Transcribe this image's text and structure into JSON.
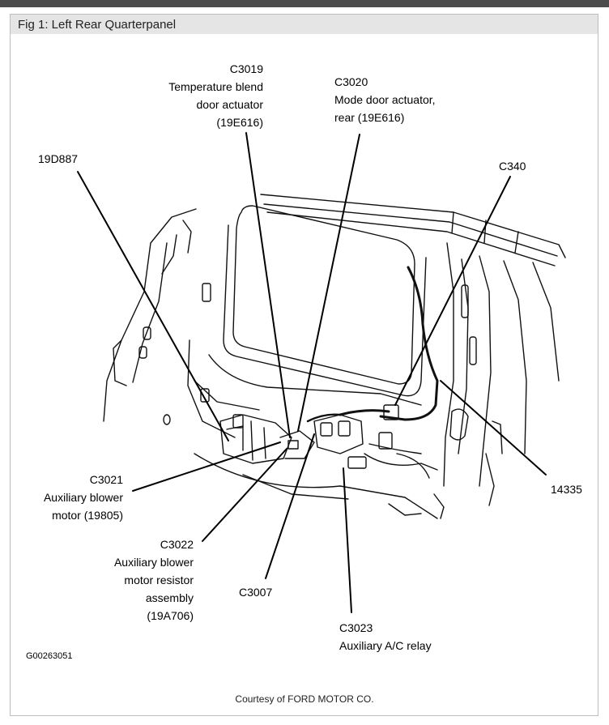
{
  "figure": {
    "title": "Fig 1: Left Rear Quarterpanel",
    "figure_id": "G00263051",
    "credit": "Courtesy of FORD MOTOR CO."
  },
  "callouts": [
    {
      "key": "c3019",
      "lines": [
        "C3019",
        "Temperature blend",
        "door actuator",
        "(19E616)"
      ]
    },
    {
      "key": "c3020",
      "lines": [
        "C3020",
        "Mode door actuator,",
        "rear (19E616)"
      ]
    },
    {
      "key": "d887",
      "lines": [
        "19D887"
      ]
    },
    {
      "key": "c340",
      "lines": [
        "C340"
      ]
    },
    {
      "key": "c3021",
      "lines": [
        "C3021",
        "Auxiliary blower",
        "motor (19805)"
      ]
    },
    {
      "key": "c3022",
      "lines": [
        "C3022",
        "Auxiliary blower",
        "motor resistor",
        "assembly",
        "(19A706)"
      ]
    },
    {
      "key": "c3007",
      "lines": [
        "C3007"
      ]
    },
    {
      "key": "c3023",
      "lines": [
        "C3023",
        "Auxiliary A/C relay"
      ]
    },
    {
      "key": "p14335",
      "lines": [
        "14335"
      ]
    }
  ]
}
